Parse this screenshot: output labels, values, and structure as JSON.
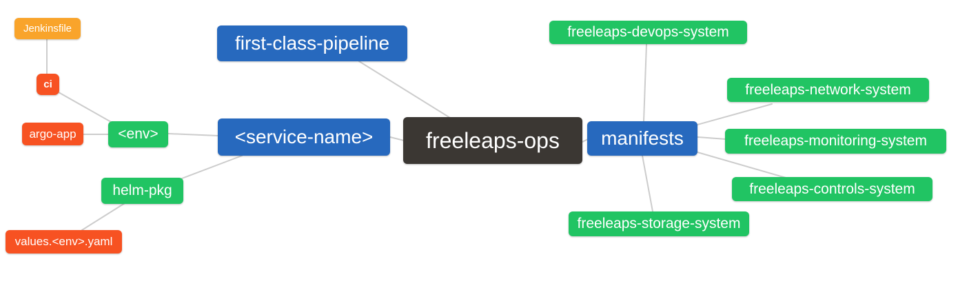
{
  "app": {
    "type": "mind-map-diagram",
    "root_topic": "freeleaps-ops"
  },
  "colors": {
    "primary_blue": "#2769BE",
    "system_green": "#21C463",
    "file_orange": "#F9A42B",
    "leaf_red": "#F75222",
    "root_dark": "#3B3733",
    "edge_gray": "#CCCCCC",
    "text_white": "#FFFFFF",
    "background": "#FFFFFF"
  },
  "nodes": {
    "jenkinsfile": {
      "label": "Jenkinsfile"
    },
    "ci": {
      "label": "ci"
    },
    "argo_app": {
      "label": "argo-app"
    },
    "env": {
      "label": "<env>"
    },
    "helm_pkg": {
      "label": "helm-pkg"
    },
    "values_env_yaml": {
      "label": "values.<env>.yaml"
    },
    "first_class_pipeline": {
      "label": "first-class-pipeline"
    },
    "service_name": {
      "label": "<service-name>"
    },
    "freeleaps_ops": {
      "label": "freeleaps-ops"
    },
    "manifests": {
      "label": "manifests"
    },
    "devops_system": {
      "label": "freeleaps-devops-system"
    },
    "network_system": {
      "label": "freeleaps-network-system"
    },
    "monitoring_system": {
      "label": "freeleaps-monitoring-system"
    },
    "controls_system": {
      "label": "freeleaps-controls-system"
    },
    "storage_system": {
      "label": "freeleaps-storage-system"
    }
  },
  "edges": [
    {
      "from": "Jenkinsfile",
      "to": "ci"
    },
    {
      "from": "ci",
      "to": "<env>"
    },
    {
      "from": "argo-app",
      "to": "<env>"
    },
    {
      "from": "<env>",
      "to": "<service-name>"
    },
    {
      "from": "helm-pkg",
      "to": "<service-name>"
    },
    {
      "from": "values.<env>.yaml",
      "to": "helm-pkg"
    },
    {
      "from": "first-class-pipeline",
      "to": "freeleaps-ops"
    },
    {
      "from": "<service-name>",
      "to": "freeleaps-ops"
    },
    {
      "from": "freeleaps-ops",
      "to": "manifests"
    },
    {
      "from": "freeleaps-devops-system",
      "to": "manifests"
    },
    {
      "from": "manifests",
      "to": "freeleaps-network-system"
    },
    {
      "from": "manifests",
      "to": "freeleaps-monitoring-system"
    },
    {
      "from": "manifests",
      "to": "freeleaps-controls-system"
    },
    {
      "from": "manifests",
      "to": "freeleaps-storage-system"
    }
  ]
}
